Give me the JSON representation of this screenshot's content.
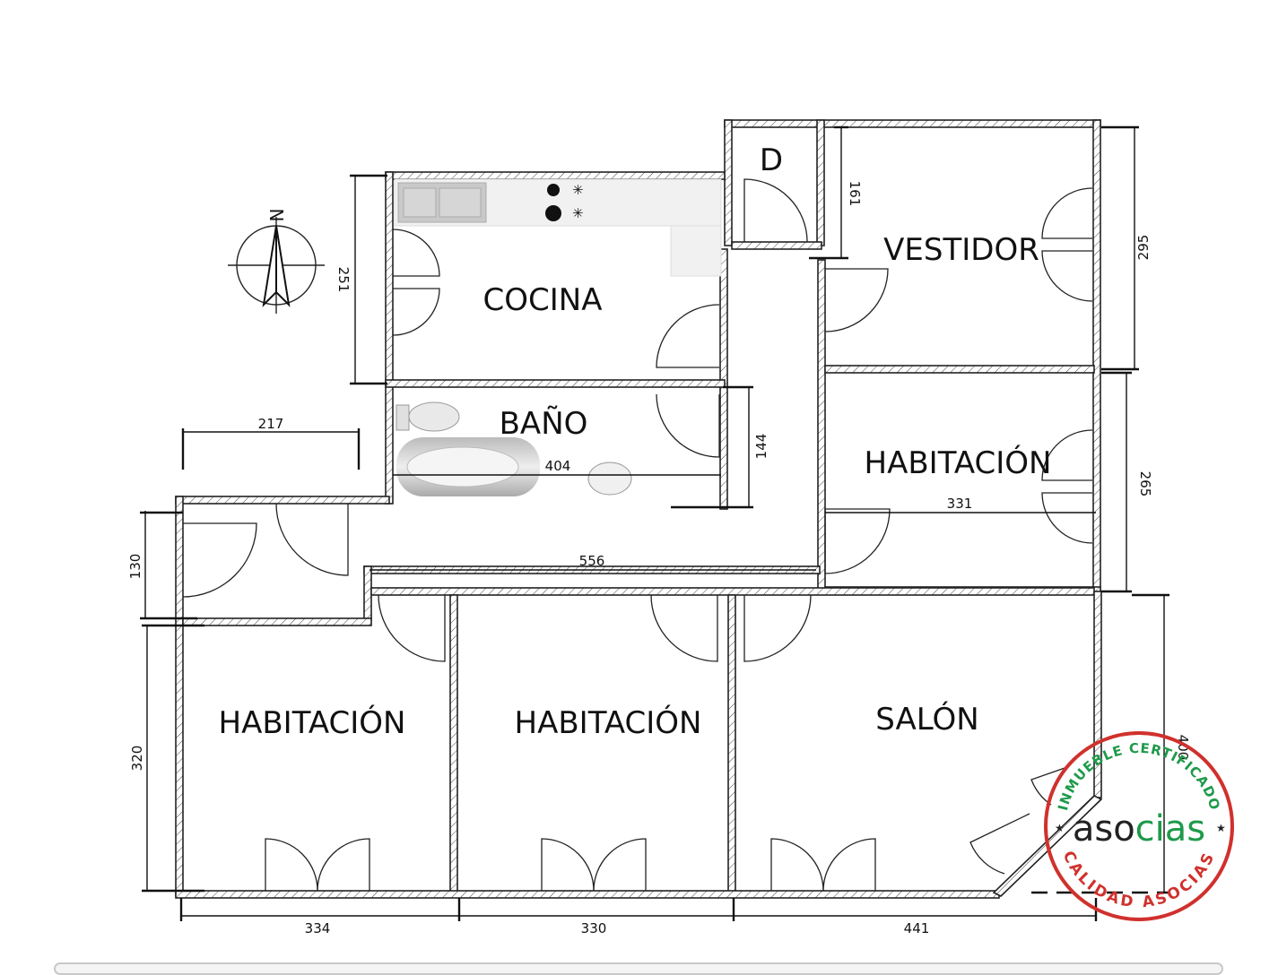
{
  "rooms": {
    "d": "D",
    "vestidor": "VESTIDOR",
    "cocina": "COCINA",
    "bano": "BAÑO",
    "habitacion_right": "HABITACIÓN",
    "habitacion_left": "HABITACIÓN",
    "habitacion_mid": "HABITACIÓN",
    "salon": "SALÓN"
  },
  "dimensions": {
    "d161": "161",
    "d295": "295",
    "d251": "251",
    "d144": "144",
    "d404": "404",
    "d217": "217",
    "d265": "265",
    "d331": "331",
    "d556": "556",
    "d130": "130",
    "d320": "320",
    "d334": "334",
    "d330": "330",
    "d441": "441",
    "d400": "400"
  },
  "compass": {
    "north": "N",
    "icon": "compass-icon"
  },
  "badge": {
    "top_text": "INMUEBLE CERTIFICADO",
    "brand_left": "aso",
    "brand_c": "c",
    "brand_right": "ias",
    "bottom_text": "CALIDAD ASOCIAS",
    "colors": {
      "ring": "#d0312d",
      "top": "#1e9a4a",
      "bottom": "#d0312d",
      "brand_dark": "#222222",
      "brand_accent": "#1e9a4a",
      "brand_i": "#d0312d"
    }
  }
}
